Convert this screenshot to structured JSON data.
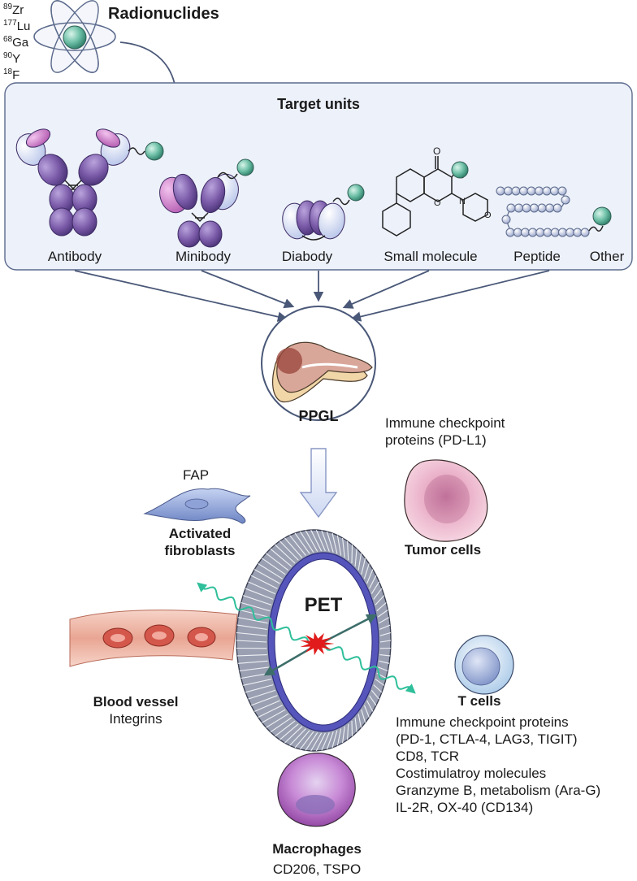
{
  "radionuclides": {
    "title": "Radionuclides",
    "isotopes": [
      {
        "mass": "89",
        "symbol": "Zr"
      },
      {
        "mass": "177",
        "symbol": "Lu"
      },
      {
        "mass": "68",
        "symbol": "Ga"
      },
      {
        "mass": "90",
        "symbol": "Y"
      },
      {
        "mass": "18",
        "symbol": "F"
      }
    ]
  },
  "target_units": {
    "title": "Target units",
    "items": [
      "Antibody",
      "Minibody",
      "Diabody",
      "Small molecule",
      "Peptide",
      "Other"
    ]
  },
  "center": {
    "ppgl": "PPGL",
    "pet": "PET"
  },
  "fibroblasts": {
    "marker": "FAP",
    "name_line1": "Activated",
    "name_line2": "fibroblasts"
  },
  "tumor": {
    "marker_line1": "Immune checkpoint",
    "marker_line2": "proteins (PD-L1)",
    "name": "Tumor cells"
  },
  "blood_vessel": {
    "name": "Blood vessel",
    "marker": "Integrins"
  },
  "t_cells": {
    "name": "T cells",
    "markers": [
      "Immune checkpoint proteins",
      "(PD-1, CTLA-4, LAG3, TIGIT)",
      "CD8, TCR",
      "Costimulatroy molecules",
      "Granzyme B, metabolism (Ara-G)",
      "IL-2R, OX-40 (CD134)"
    ]
  },
  "macrophages": {
    "name": "Macrophages",
    "marker": "CD206, TSPO"
  },
  "colors": {
    "panel_fill": "#edf1fa",
    "panel_stroke": "#5b6a8c",
    "arrow": "#4a5878",
    "antibody_purple": "#7a5aa8",
    "radionuclide_teal": "#6dbfa6",
    "photon_green": "#2fbf9a",
    "annihilation_red": "#e11b1b"
  }
}
